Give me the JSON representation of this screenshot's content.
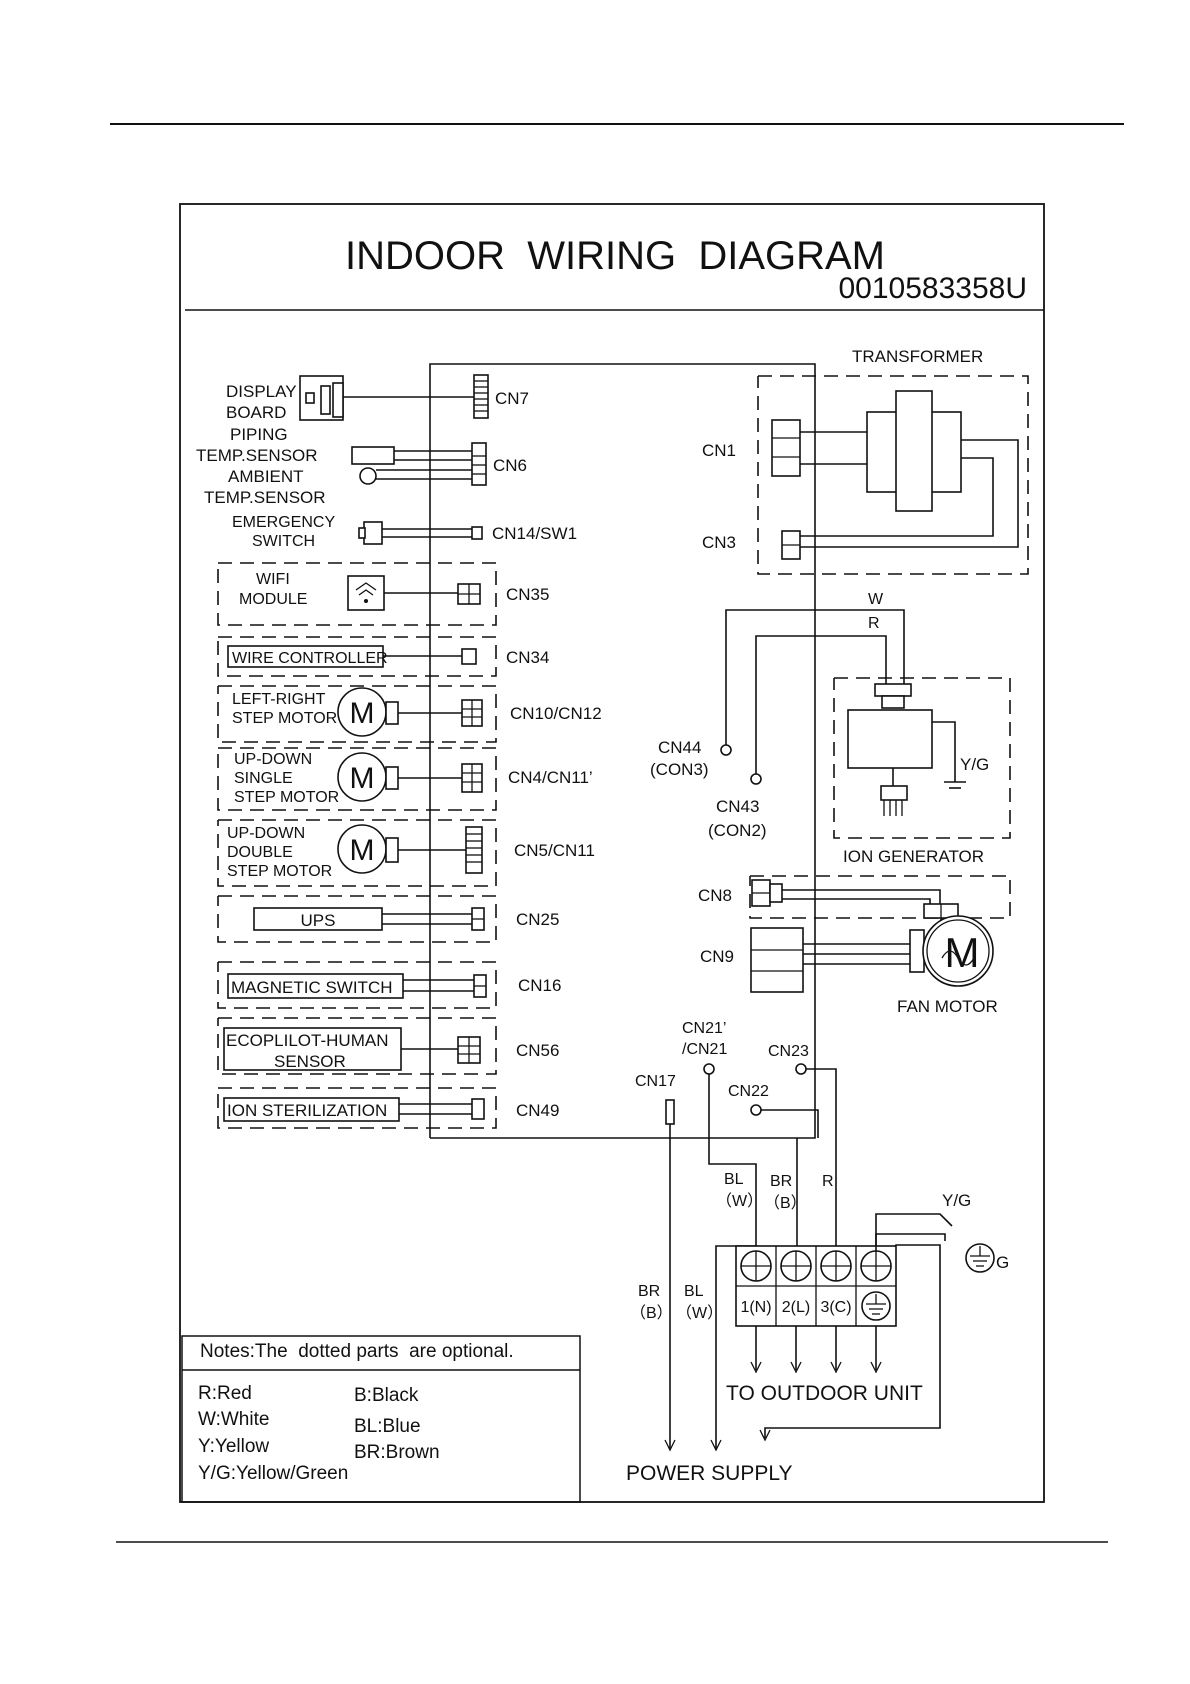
{
  "title": "INDOOR  WIRING  DIAGRAM",
  "part_number": "0010583358U",
  "left_components": {
    "display_board": [
      "DISPLAY",
      "BOARD"
    ],
    "piping_sensor": [
      "PIPING",
      "TEMP.SENSOR"
    ],
    "ambient_sensor": [
      "AMBIENT",
      "TEMP.SENSOR"
    ],
    "emergency_switch": [
      "EMERGENCY",
      "SWITCH"
    ],
    "wifi_module": [
      "WIFI",
      "MODULE"
    ],
    "wire_controller": "WIRE CONTROLLER",
    "lr_step_motor": [
      "LEFT-RIGHT",
      "STEP MOTOR"
    ],
    "ud_single_motor": [
      "UP-DOWN",
      "SINGLE",
      "STEP MOTOR"
    ],
    "ud_double_motor": [
      "UP-DOWN",
      "DOUBLE",
      "STEP MOTOR"
    ],
    "ups": "UPS",
    "magnetic_switch": "MAGNETIC SWITCH",
    "ecopilot_sensor": [
      "ECOPLILOT-HUMAN",
      "SENSOR"
    ],
    "ion_sterilization": "ION STERILIZATION",
    "motor_symbol": "M"
  },
  "connectors": {
    "cn7": "CN7",
    "cn6": "CN6",
    "cn14": "CN14/SW1",
    "cn35": "CN35",
    "cn34": "CN34",
    "cn10": "CN10/CN12",
    "cn4": "CN4/CN11’",
    "cn5": "CN5/CN11",
    "cn25": "CN25",
    "cn16": "CN16",
    "cn56": "CN56",
    "cn49": "CN49",
    "cn1": "CN1",
    "cn3": "CN3",
    "cn44": [
      "CN44",
      "(CON3)"
    ],
    "cn43": [
      "CN43",
      "(CON2)"
    ],
    "cn8": "CN8",
    "cn9": "CN9",
    "cn21": [
      "CN21’",
      "/CN21"
    ],
    "cn23": "CN23",
    "cn22": "CN22",
    "cn17": "CN17"
  },
  "right_components": {
    "transformer": "TRANSFORMER",
    "ion_generator": "ION GENERATOR",
    "fan_motor": "FAN MOTOR",
    "yg_ion": "Y/G"
  },
  "wire_labels": {
    "w": "W",
    "r": "R",
    "bl_top": [
      "BL",
      "（W）"
    ],
    "br_top": [
      "BR",
      "（B）"
    ],
    "r_top": "R",
    "yg": "Y/G",
    "g": "G",
    "br_bottom": [
      "BR",
      "（B）"
    ],
    "bl_bottom": [
      "BL",
      "（W）"
    ]
  },
  "terminals": [
    "1(N)",
    "2(L)",
    "3(C)"
  ],
  "outdoor_unit": "TO OUTDOOR UNIT",
  "power_supply": "POWER SUPPLY",
  "notes": {
    "heading": "Notes:The  dotted parts  are optional.",
    "left": [
      "R:Red",
      "W:White",
      "Y:Yellow",
      "Y/G:Yellow/Green"
    ],
    "right": [
      "B:Black",
      "BL:Blue",
      "BR:Brown"
    ]
  }
}
